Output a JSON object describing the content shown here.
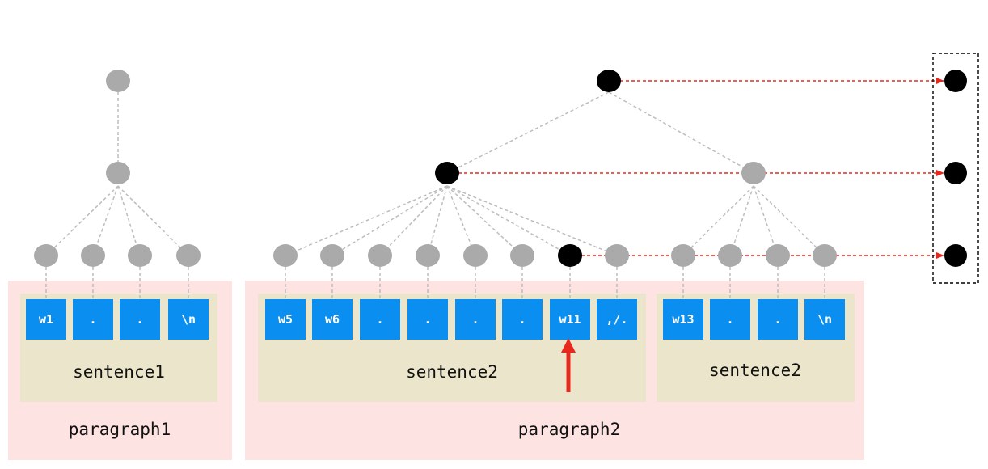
{
  "colors": {
    "paragraph_bg": "#fde3e1",
    "sentence_bg": "#ebe6cb",
    "token_bg": "#0a8ff0",
    "inactive_node": "#aaaaaa",
    "active_node": "#000000",
    "link": "#e8281c"
  },
  "paragraphs": [
    {
      "label": "paragraph1",
      "sentences": [
        {
          "label": "sentence1",
          "tokens": [
            "w1",
            ".",
            ".",
            "\\n"
          ]
        }
      ]
    },
    {
      "label": "paragraph2",
      "sentences": [
        {
          "label": "sentence2",
          "tokens": [
            "w5",
            "w6",
            ".",
            ".",
            ".",
            ".",
            "w11",
            ",/."
          ]
        },
        {
          "label": "sentence2",
          "tokens": [
            "w13",
            ".",
            ".",
            "\\n"
          ]
        }
      ]
    }
  ],
  "current_token": "w11",
  "icons": {
    "pointer": "up-arrow-icon"
  }
}
